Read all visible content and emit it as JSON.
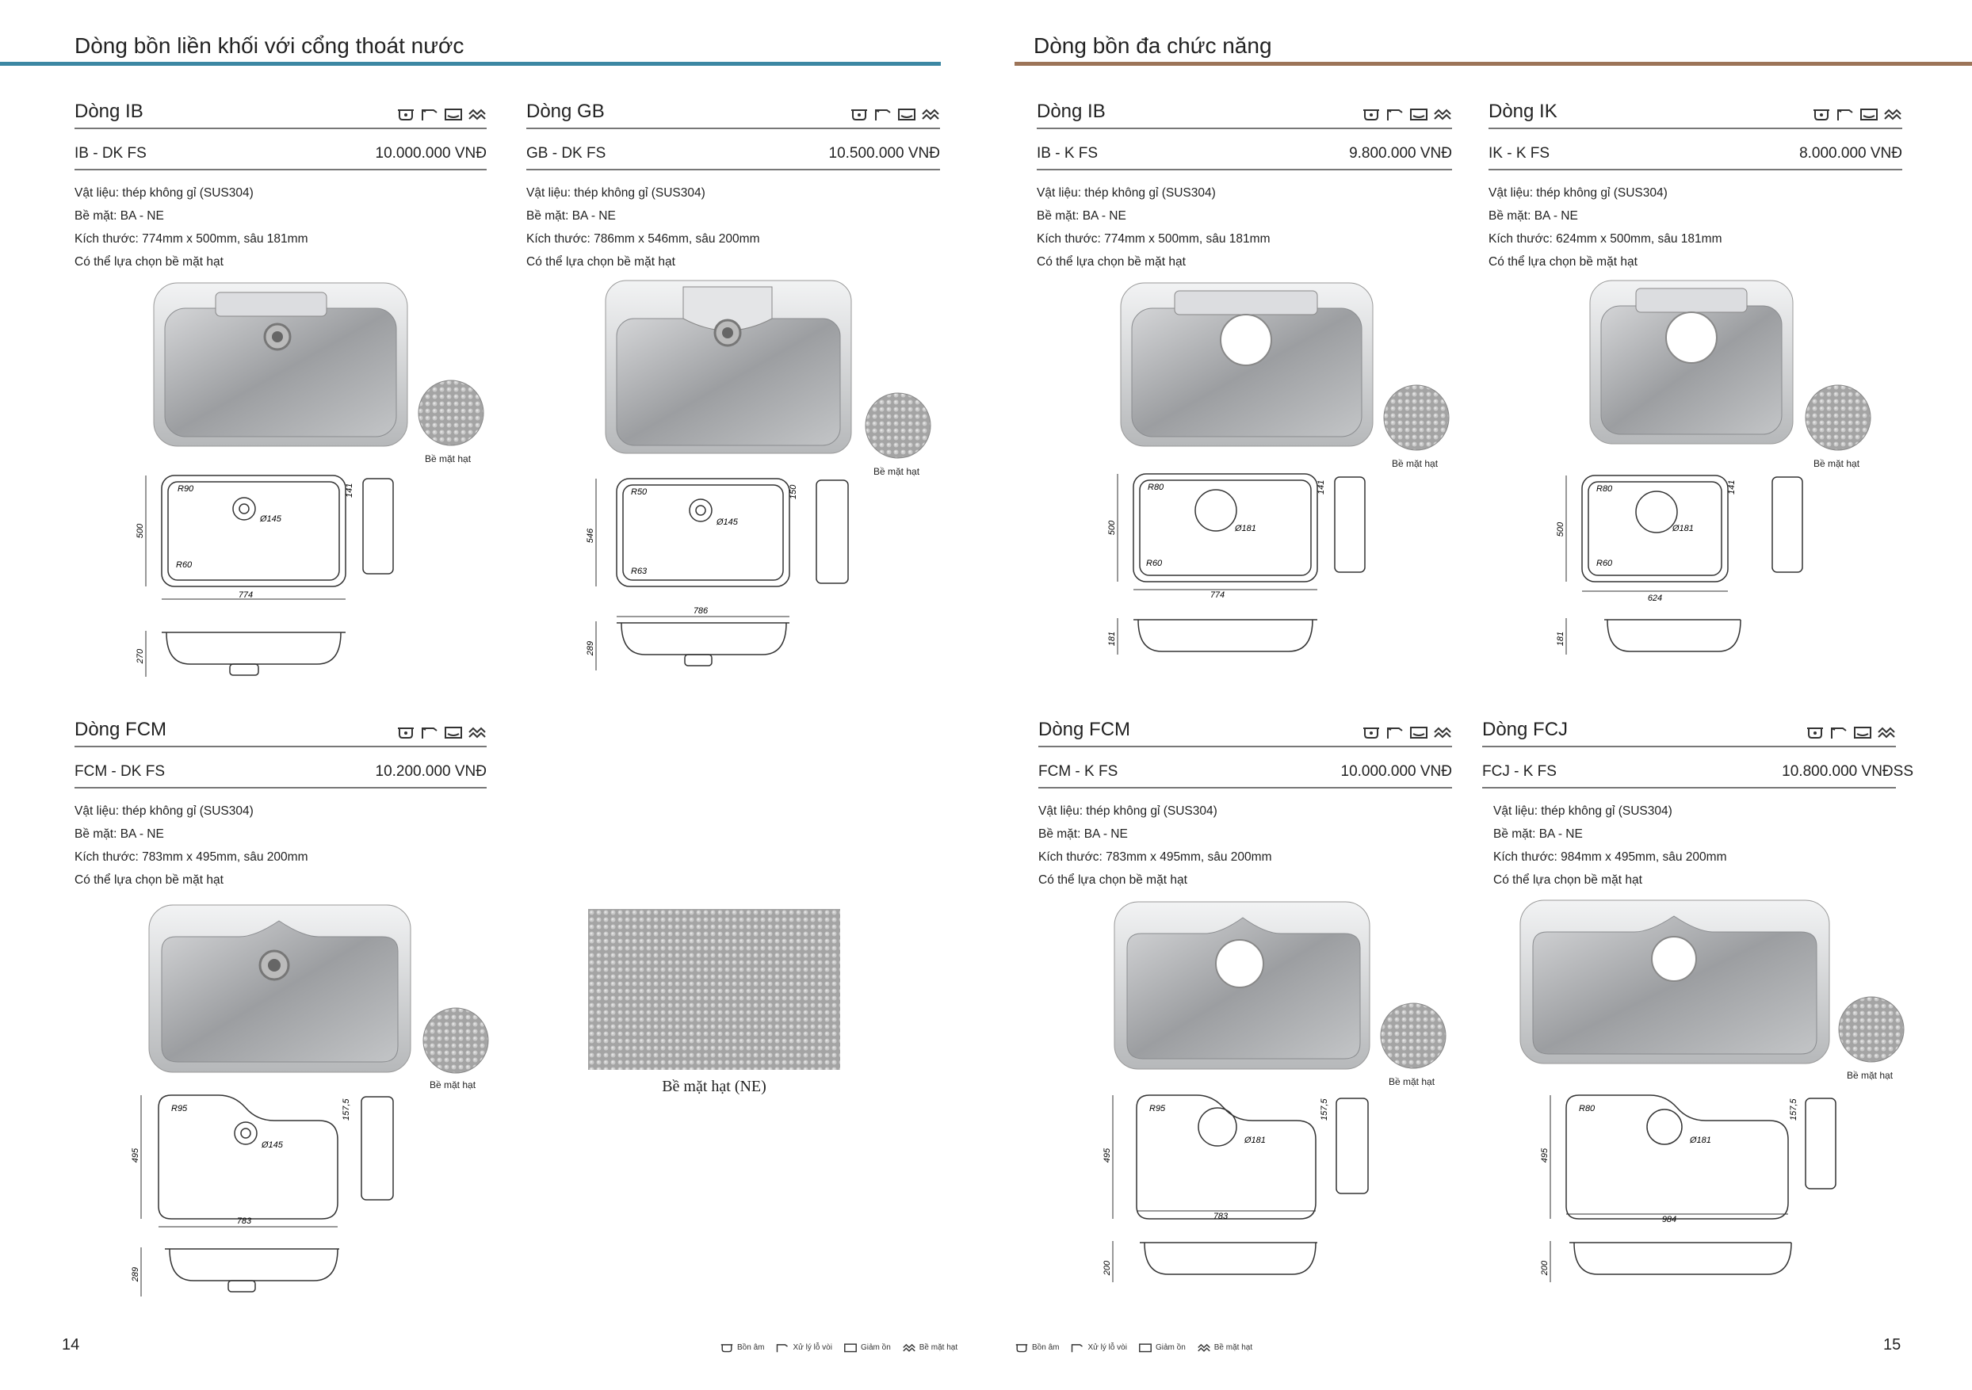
{
  "sections": [
    {
      "title": "Dòng bồn liền khối với cổng thoát nước",
      "color": "#3c87a3"
    },
    {
      "title": "Dòng bồn đa chức năng",
      "color": "#9c7458"
    }
  ],
  "products": [
    {
      "name": "Dòng IB",
      "model": "IB - DK FS",
      "price": "10.000.000 VNĐ",
      "specs": [
        "Vật liệu: thép không gỉ (SUS304)",
        "Bề mặt: BA - NE",
        "Kích thước: 774mm x 500mm, sâu 181mm",
        "Có thể lựa chọn bề mặt hạt"
      ]
    },
    {
      "name": "Dòng GB",
      "model": "GB - DK FS",
      "price": "10.500.000 VNĐ",
      "specs": [
        "Vật liệu: thép không gỉ (SUS304)",
        "Bề mặt: BA - NE",
        "Kích thước: 786mm x 546mm, sâu 200mm",
        "Có thể lựa chọn bề mặt hạt"
      ]
    },
    {
      "name": "Dòng IB",
      "model": "IB - K FS",
      "price": "9.800.000 VNĐ",
      "specs": [
        "Vật liệu: thép không gỉ (SUS304)",
        "Bề mặt: BA - NE",
        "Kích thước: 774mm x 500mm, sâu 181mm",
        "Có thể lựa chọn bề mặt hạt"
      ]
    },
    {
      "name": "Dòng IK",
      "model": "IK - K FS",
      "price": "8.000.000 VNĐ",
      "specs": [
        "Vật liệu: thép không gỉ (SUS304)",
        "Bề mặt: BA - NE",
        "Kích thước: 624mm x 500mm, sâu 181mm",
        "Có thể lựa chọn bề mặt hạt"
      ]
    },
    {
      "name": "Dòng FCM",
      "model": "FCM - DK FS",
      "price": "10.200.000 VNĐ",
      "specs": [
        "Vật liệu: thép không gỉ (SUS304)",
        "Bề mặt: BA - NE",
        "Kích thước: 783mm x 495mm, sâu 200mm",
        "Có thể lựa chọn bề mặt hạt"
      ]
    },
    {
      "name": "Dòng FCM",
      "model": "FCM - K FS",
      "price": "10.000.000 VNĐ",
      "specs": [
        "Vật liệu: thép không gỉ (SUS304)",
        "Bề mặt: BA - NE",
        "Kích thước: 783mm x 495mm, sâu 200mm",
        "Có thể lựa chọn bề mặt hạt"
      ]
    },
    {
      "name": "Dòng FCJ",
      "model": "FCJ - K FS",
      "price": "10.800.000 VNĐSS",
      "specs": [
        "Vật liệu: thép không gỉ (SUS304)",
        "Bề mặt: BA - NE",
        "Kích thước: 984mm x 495mm, sâu 200mm",
        "Có thể lựa chọn bề mặt hạt"
      ]
    }
  ],
  "texture_label": "Bề mặt hạt",
  "sample_label": "Bề mặt hạt (NE)",
  "drawings": [
    {
      "width": "774",
      "height": "500",
      "r1": "R90",
      "r2": "R60",
      "hole": "Ø145",
      "side": "141",
      "depth": "270"
    },
    {
      "width": "786",
      "height": "546",
      "r1": "R50",
      "r2": "R63",
      "hole": "Ø145",
      "side": "150",
      "depth": "289"
    },
    {
      "width": "774",
      "height": "500",
      "r1": "R80",
      "r2": "R60",
      "hole": "Ø181",
      "side": "141",
      "depth": "181"
    },
    {
      "width": "624",
      "height": "500",
      "r1": "R80",
      "r2": "R60",
      "hole": "Ø181",
      "side": "141",
      "depth": "181"
    },
    {
      "width": "783",
      "height": "495",
      "r1": "R95",
      "r2": "",
      "hole": "Ø145",
      "side": "157,5",
      "depth": "289"
    },
    {
      "width": "783",
      "height": "495",
      "r1": "R95",
      "r2": "",
      "hole": "Ø181",
      "side": "157,5",
      "depth": "200"
    },
    {
      "width": "984",
      "height": "495",
      "r1": "R80",
      "r2": "",
      "hole": "Ø181",
      "side": "157,5",
      "depth": "200"
    }
  ],
  "legend": [
    "Bồn âm",
    "Xử lý lỗ vòi",
    "Giảm ồn",
    "Bề mặt hạt"
  ],
  "page_numbers": [
    "14",
    "15"
  ]
}
